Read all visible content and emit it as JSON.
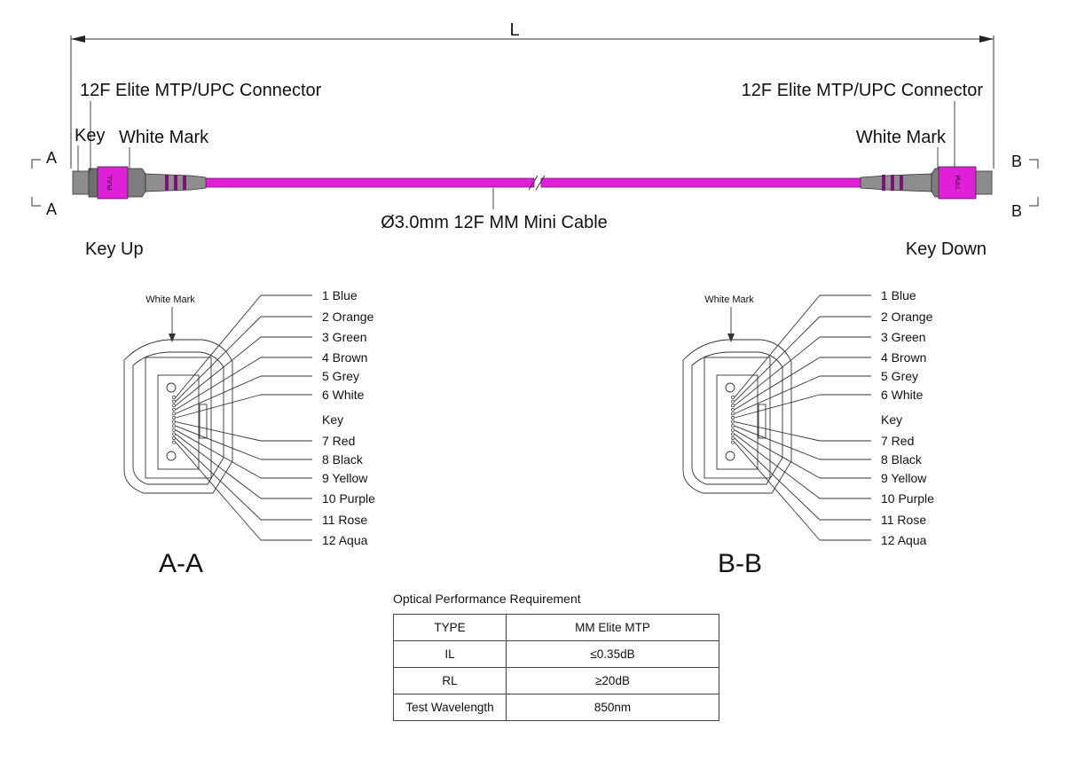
{
  "dimension": {
    "length_label": "L"
  },
  "left_end": {
    "connector": "12F Elite MTP/UPC Connector",
    "key": "Key",
    "white_mark": "White Mark",
    "section_top": "A",
    "section_bottom": "A",
    "orientation": "Key Up",
    "boot_text": "PULL"
  },
  "right_end": {
    "connector": "12F Elite MTP/UPC Connector",
    "white_mark": "White Mark",
    "section_top": "B",
    "section_bottom": "B",
    "orientation": "Key  Down",
    "boot_text": "PULL"
  },
  "cable": {
    "label": "Ø3.0mm 12F MM Mini Cable",
    "color": "#e020d8"
  },
  "sections": [
    {
      "title": "A-A",
      "white_mark": "White Mark",
      "key": "Key",
      "fibers": [
        "1 Blue",
        "2 Orange",
        "3 Green",
        "4 Brown",
        "5 Grey",
        "6 White",
        "7 Red",
        "8 Black",
        "9 Yellow",
        "10 Purple",
        "11 Rose",
        "12 Aqua"
      ]
    },
    {
      "title": "B-B",
      "white_mark": "White Mark",
      "key": "Key",
      "fibers": [
        "1 Blue",
        "2 Orange",
        "3 Green",
        "4 Brown",
        "5 Grey",
        "6 White",
        "7 Red",
        "8 Black",
        "9 Yellow",
        "10 Purple",
        "11 Rose",
        "12 Aqua"
      ]
    }
  ],
  "performance": {
    "title": "Optical Performance Requirement",
    "rows": [
      [
        "TYPE",
        "MM Elite MTP"
      ],
      [
        "IL",
        "≤0.35dB"
      ],
      [
        "RL",
        "≥20dB"
      ],
      [
        "Test Wavelength",
        "850nm"
      ]
    ]
  }
}
